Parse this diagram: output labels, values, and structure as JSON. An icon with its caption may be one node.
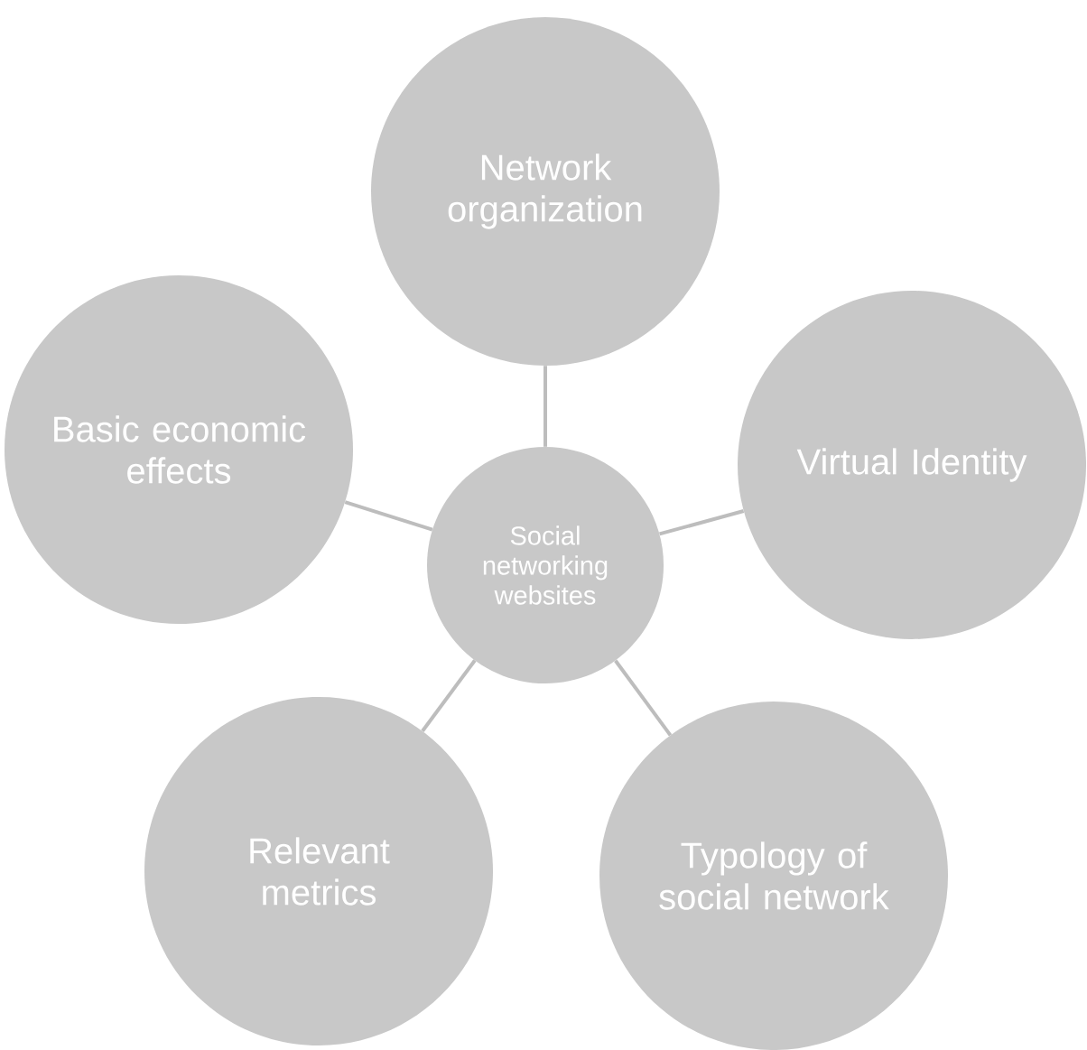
{
  "diagram": {
    "nodes": [
      {
        "text": [
          "Network organization"
        ]
      },
      {
        "text": [
          "Basic economic effects"
        ]
      },
      {
        "text": [
          "Virtual Identity"
        ]
      },
      {
        "text": [
          "Social networking websites"
        ]
      },
      {
        "text": [
          "Relevant metrics"
        ]
      },
      {
        "text": [
          "Typology of social network"
        ]
      }
    ],
    "edges": [
      {
        "from": 3,
        "to": 0,
        "arrow": "none"
      },
      {
        "from": 3,
        "to": 1,
        "arrow": "none"
      },
      {
        "from": 3,
        "to": 2,
        "arrow": "none"
      },
      {
        "from": 3,
        "to": 4,
        "arrow": "none"
      },
      {
        "from": 3,
        "to": 5,
        "arrow": "none"
      }
    ]
  }
}
